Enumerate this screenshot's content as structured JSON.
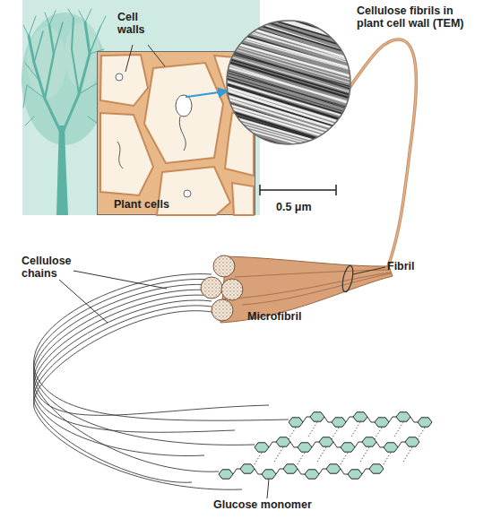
{
  "diagram": {
    "nodes": [
      {
        "text": [
          "Cell walls",
          "Plant cells"
        ]
      },
      {
        "text": [
          "Cellulose fibrils in plant cell wall (TEM)"
        ]
      }
    ],
    "edges": [
      {
        "from": 0,
        "to": 1,
        "arrow": "to"
      }
    ],
    "labels": [
      "0.5 μm",
      "Cellulose chains",
      "Fibril",
      "Microfibril",
      "Glucose monomer"
    ]
  }
}
